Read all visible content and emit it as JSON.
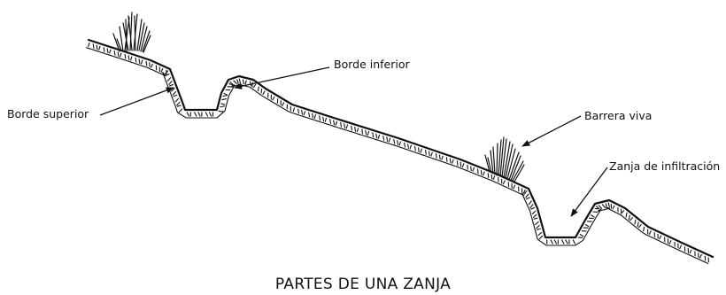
{
  "labels": {
    "borde_superior": "Borde superior",
    "borde_inferior": "Borde inferior",
    "barrera_viva": "Barrera viva",
    "zanja_infiltracion": "Zanja de infiltración"
  },
  "title": "PARTES DE UNA ZANJA",
  "colors": {
    "ink": "#111111",
    "background": "#ffffff"
  }
}
